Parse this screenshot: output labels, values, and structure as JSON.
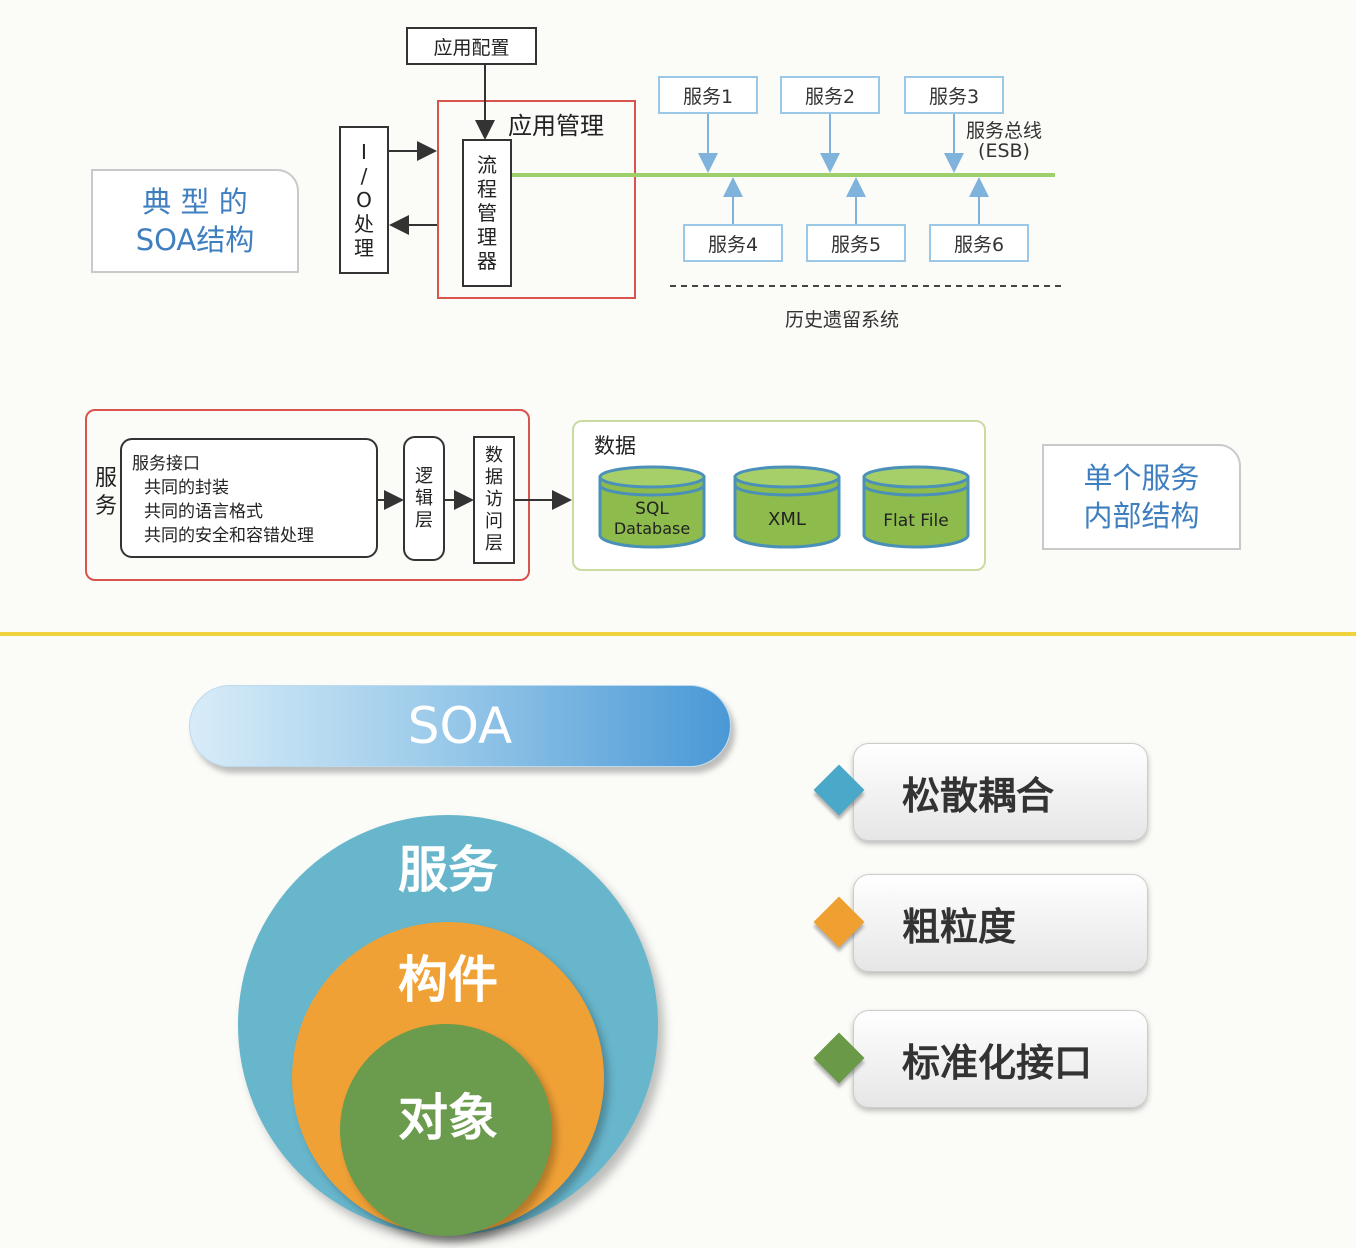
{
  "top_diagram": {
    "app_config": "应用配置",
    "app_management": "应用管理",
    "io_processing": [
      "I",
      "/",
      "O",
      "处",
      "理"
    ],
    "process_manager": [
      "流",
      "程",
      "管",
      "理",
      "器"
    ],
    "typical_label": [
      "典 型 的",
      "SOA结构"
    ],
    "services_top": [
      "服务1",
      "服务2",
      "服务3"
    ],
    "services_bottom": [
      "服务4",
      "服务5",
      "服务6"
    ],
    "esb_label": [
      "服务总线",
      "(ESB)"
    ],
    "legacy": "历史遗留系统"
  },
  "middle_diagram": {
    "service_label": [
      "服",
      "务"
    ],
    "interface": {
      "title": "服务接口",
      "items": [
        "共同的封装",
        "共同的语言格式",
        "共同的安全和容错处理"
      ]
    },
    "logic_layer": [
      "逻",
      "辑",
      "层"
    ],
    "data_access_layer": [
      "数",
      "据",
      "访",
      "问",
      "层"
    ],
    "data_title": "数据",
    "databases": [
      {
        "line1": "SQL",
        "line2": "Database"
      },
      {
        "line1": "XML",
        "line2": ""
      },
      {
        "line1": "Flat File",
        "line2": ""
      }
    ],
    "single_service_label": [
      "单个服务",
      "内部结构"
    ]
  },
  "bottom_diagram": {
    "banner": "SOA",
    "circles": [
      "服务",
      "构件",
      "对象"
    ],
    "features": [
      {
        "label": "松散耦合",
        "color": "#4aa8c8"
      },
      {
        "label": "粗粒度",
        "color": "#f0a030"
      },
      {
        "label": "标准化接口",
        "color": "#6a9a48"
      }
    ]
  },
  "colors": {
    "divider": "#f2d23c",
    "red_frame": "#d9534f",
    "green_frame": "#c9dba0",
    "bus": "#9dcf6a",
    "service_blue": "#9cc8e8"
  }
}
